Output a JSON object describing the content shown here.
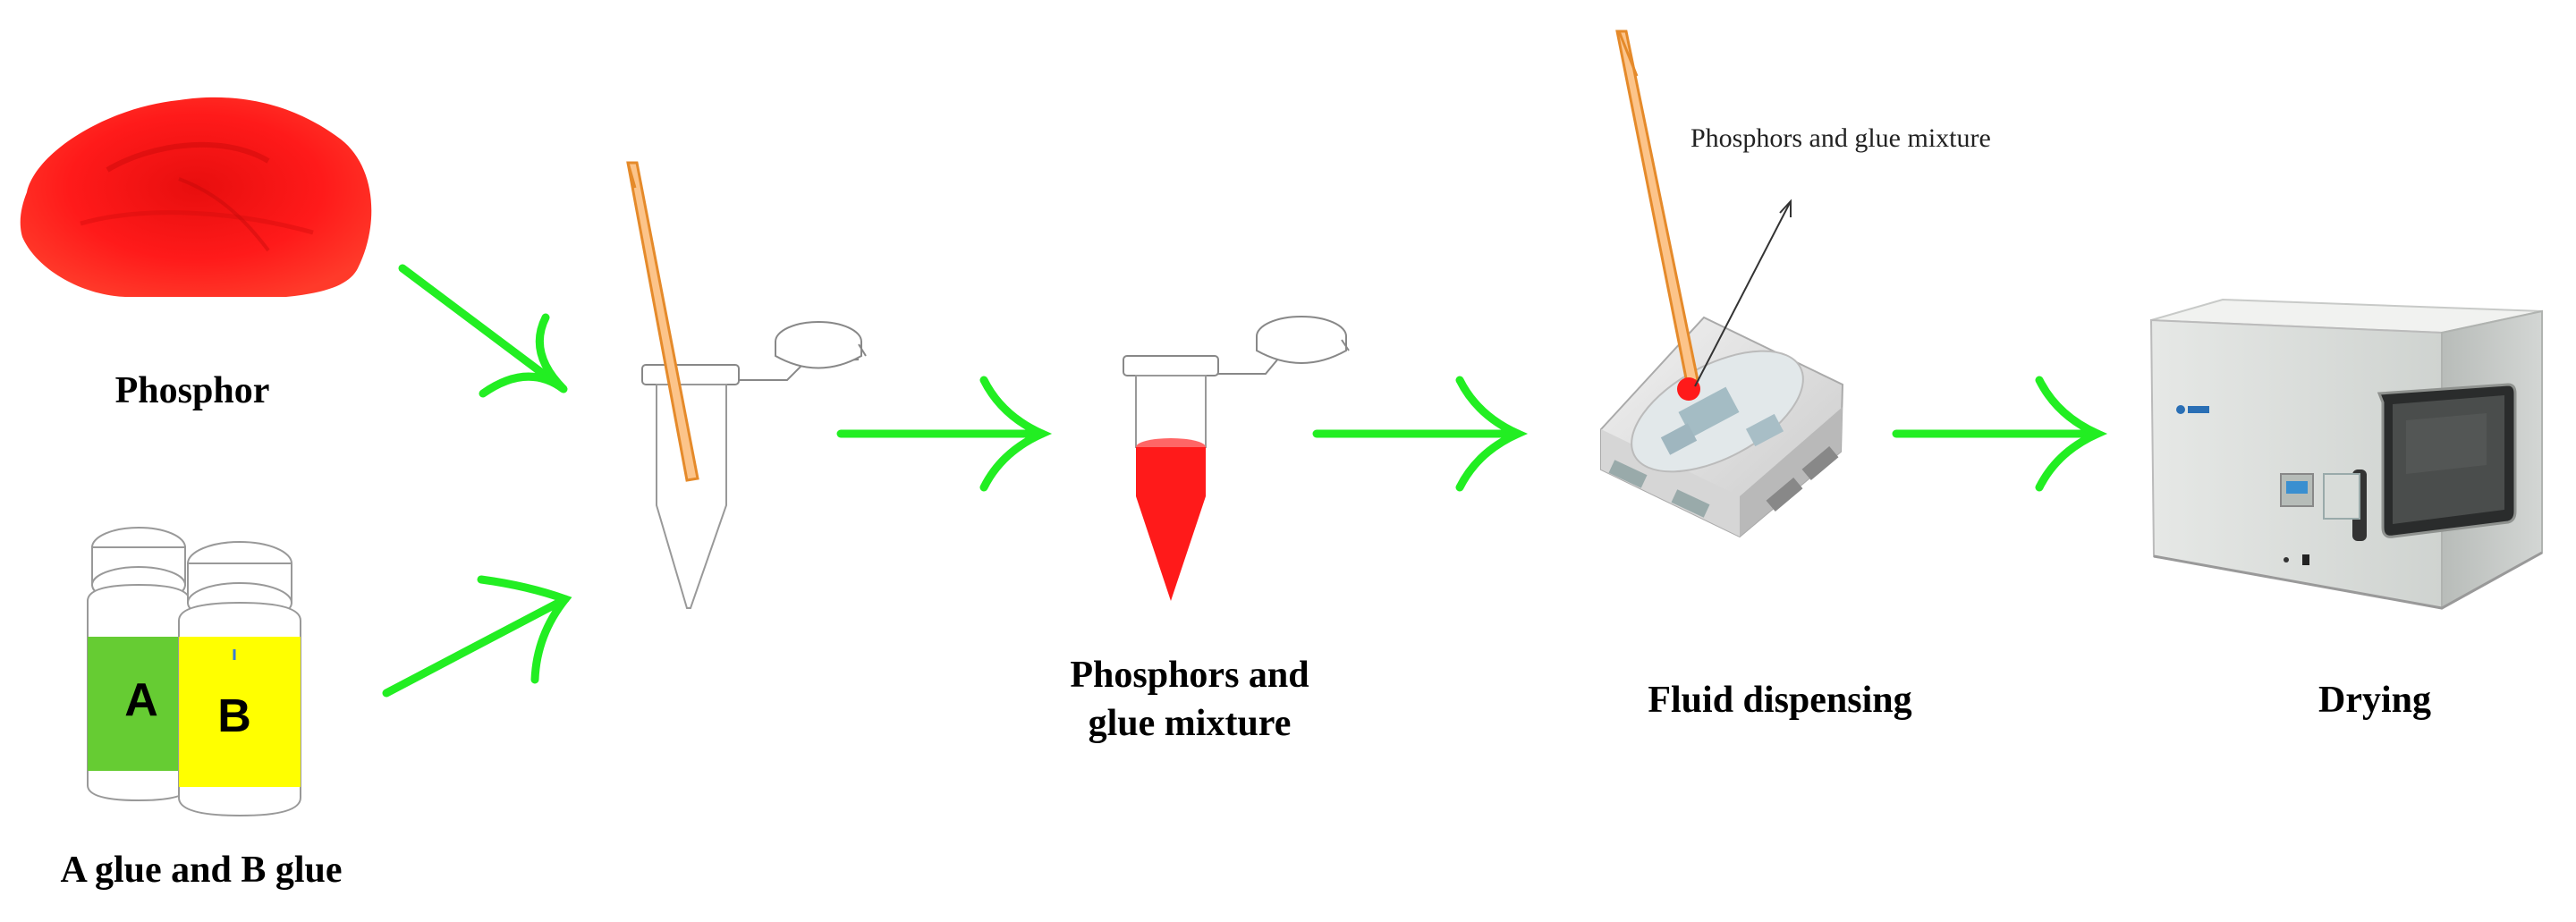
{
  "labels": {
    "phosphor": "Phosphor",
    "glue": "A glue and B glue",
    "mixture_line1": "Phosphors and",
    "mixture_line2": "glue mixture",
    "dispensing": "Fluid dispensing",
    "drying": "Drying"
  },
  "annotation": "Phosphors and glue mixture",
  "jar_letters": {
    "a": "A",
    "b": "B"
  },
  "colors": {
    "arrow": "#22ee22",
    "phosphor_red": "#ff1a1a",
    "glue_a_green": "#66cc33",
    "glue_b_yellow": "#ffff00",
    "rod_orange": "#f4a040"
  }
}
